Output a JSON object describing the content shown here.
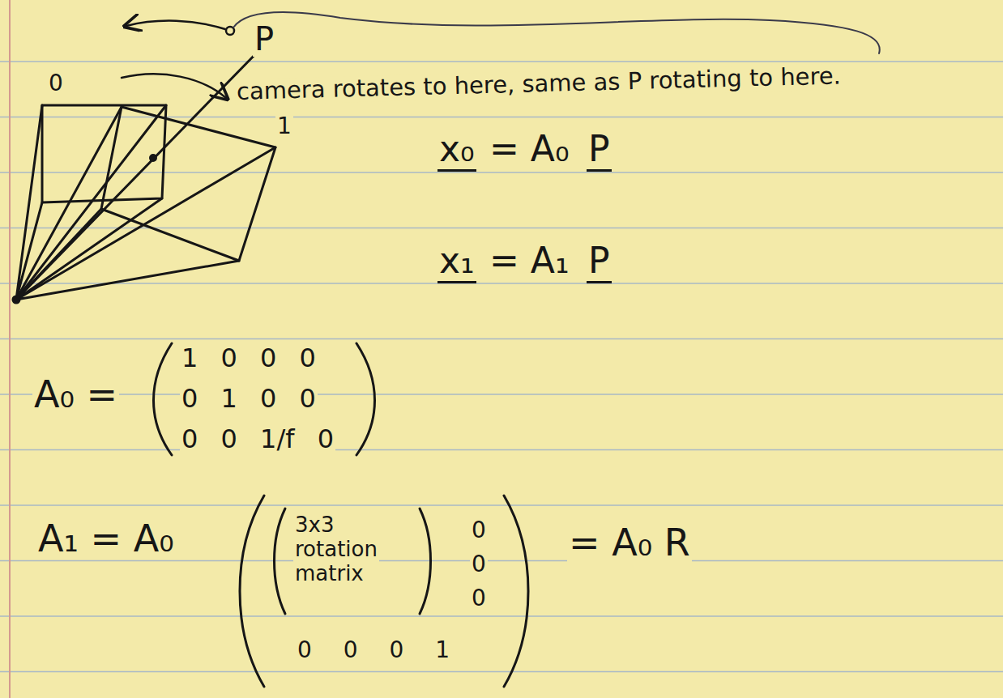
{
  "diagram": {
    "labels": [
      "P",
      "0",
      "1",
      "camera rotates to here, same as P rotating to here.",
      "x₀",
      "= A₀",
      "P",
      "x₁",
      "= A₁",
      "P",
      "A₀ =",
      "1 0 0 0",
      "0 1 0 0",
      "0 0 1/f 0",
      "A₁ = A₀",
      "3x3 rotation matrix",
      "0",
      "0",
      "0",
      "0 0 0 1",
      "= A₀ R"
    ]
  }
}
